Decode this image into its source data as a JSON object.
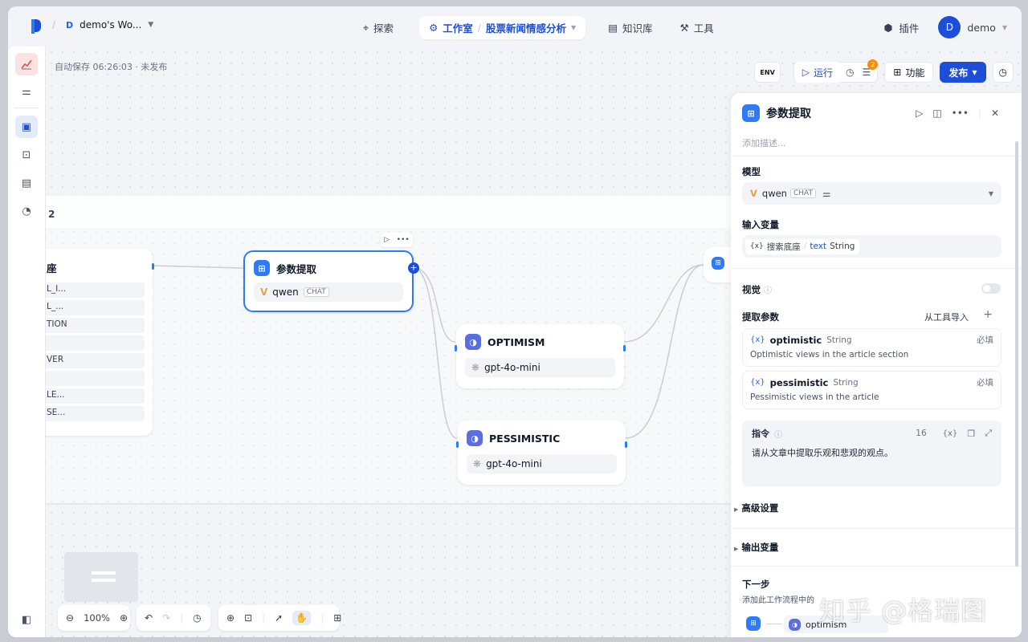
{
  "workspace": {
    "initial": "D",
    "name": "demo's Wo..."
  },
  "nav": {
    "explore": "探索",
    "studio": "工作室",
    "app_name": "股票新闻情感分析",
    "knowledge": "知识库",
    "tools": "工具"
  },
  "topright": {
    "plugins": "插件",
    "avatar": "D",
    "username": "demo"
  },
  "autosave": "自动保存 06:26:03 · 未发布",
  "controls": {
    "env": "ENV",
    "run": "运行",
    "checklist_badge": "2",
    "features": "功能",
    "publish": "发布"
  },
  "canvas": {
    "iteration_title_fragment": "2",
    "left_node": {
      "title_fragment": "座",
      "rows": [
        "L_I...",
        "L_...",
        "TION",
        "",
        "VER",
        "",
        "LE...",
        "SE..."
      ]
    },
    "param_node": {
      "title": "参数提取",
      "model": "qwen",
      "tag": "CHAT"
    },
    "optimism_node": {
      "title": "OPTIMISM",
      "model": "gpt-4o-mini"
    },
    "pessimistic_node": {
      "title": "PESSIMISTIC",
      "model": "gpt-4o-mini"
    }
  },
  "panel": {
    "title": "参数提取",
    "desc_placeholder": "添加描述...",
    "model_label": "模型",
    "model_name": "qwen",
    "model_tag": "CHAT",
    "input_label": "输入变量",
    "input_var": {
      "prefix": "{x}",
      "name": "搜索底座",
      "sep": "/",
      "var": "text",
      "type": "String"
    },
    "vision_label": "视觉",
    "extract_label": "提取参数",
    "import_from_tool": "从工具导入",
    "params": [
      {
        "name": "optimistic",
        "type": "String",
        "required": "必填",
        "desc": "Optimistic views in the article section"
      },
      {
        "name": "pessimistic",
        "type": "String",
        "required": "必填",
        "desc": "Pessimistic views in the article"
      }
    ],
    "instruction_label": "指令",
    "instruction_count": "16",
    "instruction_text": "请从文章中提取乐观和悲观的观点。",
    "advanced": "高级设置",
    "output_vars": "输出变量",
    "next_step": "下一步",
    "next_step_desc": "添加此工作流程中的",
    "next_node": "optimism"
  },
  "toolbar": {
    "zoom": "100%"
  },
  "watermark": "知乎 @格瑞图",
  "colors": {
    "accent": "#1d4ed8",
    "node_blue": "#2f7bf6",
    "node_purple": "#5b6ee1"
  }
}
